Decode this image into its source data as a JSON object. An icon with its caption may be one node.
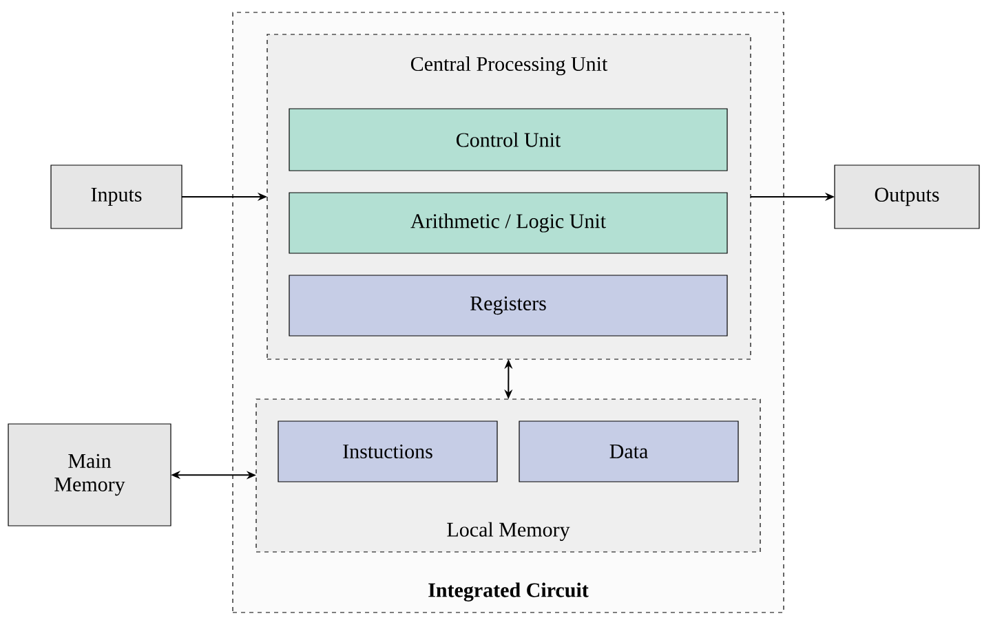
{
  "diagram": {
    "nodes": [
      {
        "text": [
          "Integrated Circuit"
        ]
      },
      {
        "text": [
          "Central Processing Unit"
        ],
        "in": 0
      },
      {
        "text": [
          "Control Unit"
        ],
        "in": 1
      },
      {
        "text": [
          "Arithmetic / Logic Unit"
        ],
        "in": 1
      },
      {
        "text": [
          "Registers"
        ],
        "in": 1
      },
      {
        "text": [
          "Local Memory"
        ],
        "in": 0
      },
      {
        "text": [
          "Instuctions"
        ],
        "in": 5
      },
      {
        "text": [
          "Data"
        ],
        "in": 5
      },
      {
        "text": [
          "Inputs"
        ]
      },
      {
        "text": [
          "Outputs"
        ]
      },
      {
        "text": [
          "Main Memory"
        ]
      }
    ],
    "edges": [
      {
        "from": 8,
        "to": 1,
        "arrow": "to"
      },
      {
        "from": 1,
        "to": 9,
        "arrow": "to"
      },
      {
        "from": 1,
        "to": 5,
        "arrow": "both"
      },
      {
        "from": 10,
        "to": 5,
        "arrow": "both"
      }
    ]
  }
}
